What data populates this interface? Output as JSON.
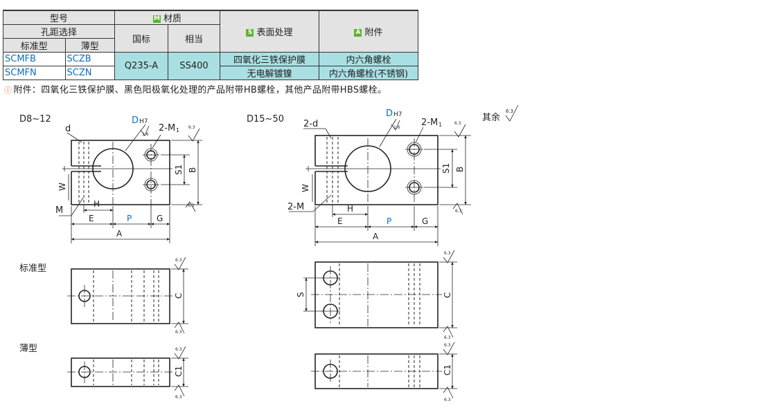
{
  "table": {
    "model_label": "型号",
    "material_badge": "M",
    "material_label": "材质",
    "pitch_label": "孔距选择",
    "surface_badge": "S",
    "surface_label": "表面处理",
    "accessory_badge": "A",
    "accessory_label": "附件",
    "standard_label": "标准型",
    "thin_label": "薄型",
    "gb_label": "国标",
    "equiv_label": "相当",
    "rows": [
      {
        "standard": "SCMFB",
        "thin": "SCZB",
        "surface": "四氧化三铁保护膜",
        "accessory": "内六角螺栓"
      },
      {
        "standard": "SCMFN",
        "thin": "SCZN",
        "surface": "无电解镀镍",
        "accessory": "内六角螺栓(不锈钢)"
      }
    ],
    "material_gb": "Q235-A",
    "material_equiv": "SS400"
  },
  "note": {
    "icon": "warning-circle-icon",
    "text": "附件：四氧化三铁保护膜、黑色阳极氧化处理的产品附带HB螺栓，其他产品附带HBS螺栓。"
  },
  "drawing": {
    "left_range": "D8~12",
    "right_range": "D15~50",
    "rest_label": "其余",
    "roughness": "6.3",
    "roughness_fine": "1.6",
    "standard_type": "标准型",
    "thin_type": "薄型",
    "labels": {
      "D": "D",
      "H7": "H7",
      "d": "d",
      "two_d": "2-d",
      "two_M1": "2-M",
      "sub1": "1",
      "M": "M",
      "two_M": "2-M",
      "W": "W",
      "H": "H",
      "E": "E",
      "P": "P",
      "G": "G",
      "A": "A",
      "S1": "S1",
      "B": "B",
      "C": "C",
      "C1": "C1",
      "S": "S"
    }
  },
  "colors": {
    "accent_blue": "#0a6fc2",
    "header_grey": "#e3e3e3",
    "cell_teal": "#a9dfe3",
    "badge_green": "#5ab42d"
  }
}
